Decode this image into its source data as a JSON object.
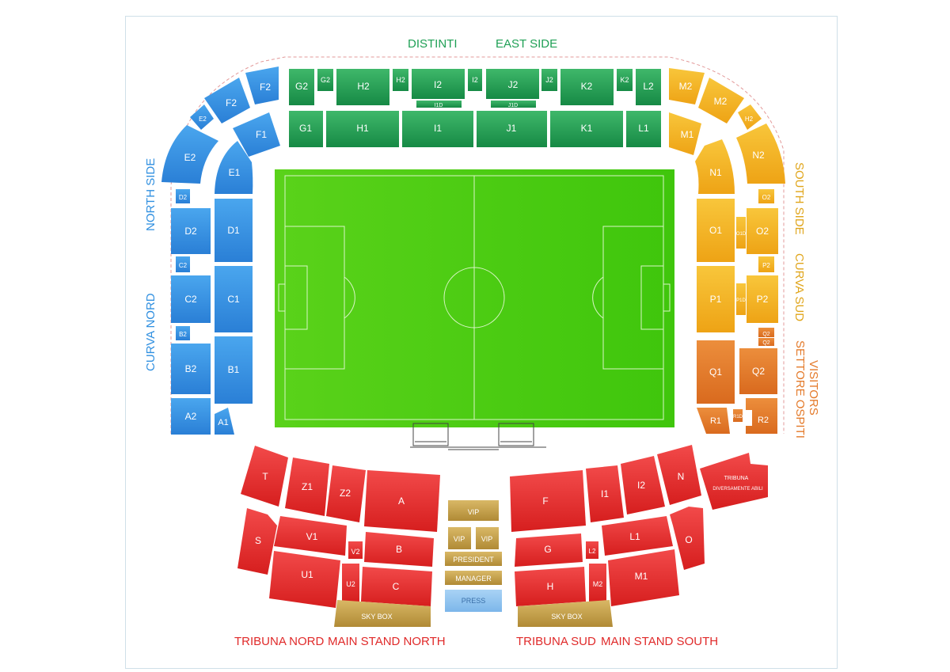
{
  "colors": {
    "green": "#1fa055",
    "blue": "#2f8fe0",
    "yellow": "#f2b21c",
    "orange": "#e47a2a",
    "red": "#e02a2a",
    "gold": "#c9a24a",
    "press": "#8cc2ef",
    "pitch": "#4fcf10"
  },
  "captions": {
    "distinti": "DISTINTI",
    "east_side": "EAST SIDE",
    "north_side": "NORTH SIDE",
    "curva_nord": "CURVA NORD",
    "south_side": "SOUTH SIDE",
    "curva_sud": "CURVA SUD",
    "settore_ospiti": "SETTORE OSPITI",
    "visitors": "VISITORS",
    "tribuna_nord": "TRIBUNA NORD",
    "main_stand_north": "MAIN STAND NORTH",
    "tribuna_sud": "TRIBUNA SUD",
    "main_stand_south": "MAIN STAND SOUTH"
  },
  "sections": {
    "green_top": [
      "G2",
      "G2",
      "H2",
      "H2",
      "I2",
      "I2",
      "J2",
      "J2",
      "K2",
      "K2",
      "L2"
    ],
    "green_top_sub": [
      "I1D",
      "J1D"
    ],
    "green_bottom": [
      "G1",
      "H1",
      "I1",
      "J1",
      "K1",
      "L1"
    ],
    "blue": [
      "F2",
      "F2",
      "E2",
      "E2",
      "F1",
      "E1",
      "D2",
      "D2",
      "D1",
      "C2",
      "C2",
      "C1",
      "B2",
      "B2",
      "B1",
      "A2",
      "A1"
    ],
    "yellow": [
      "M2",
      "M2",
      "H2",
      "M1",
      "N2",
      "N1",
      "O2",
      "O2",
      "O1D",
      "O1",
      "P2",
      "P2",
      "P1D",
      "P1"
    ],
    "orange": [
      "Q2",
      "Q2",
      "Q1",
      "Q2",
      "R1",
      "R1D",
      "R2"
    ],
    "red_north": [
      "T",
      "Z1",
      "Z2",
      "A",
      "S",
      "V1",
      "V2",
      "B",
      "U1",
      "U2",
      "C"
    ],
    "red_south": [
      "F",
      "I1",
      "I2",
      "N",
      "G",
      "L2",
      "L1",
      "O",
      "H",
      "M2",
      "M1"
    ],
    "tribuna": [
      "TRIBUNA",
      "DIVERSAMENTE ABILI"
    ],
    "center": [
      "VIP",
      "VIP",
      "VIP",
      "PRESIDENT",
      "MANAGER",
      "PRESS"
    ],
    "skybox": [
      "SKY BOX",
      "SKY BOX"
    ]
  }
}
